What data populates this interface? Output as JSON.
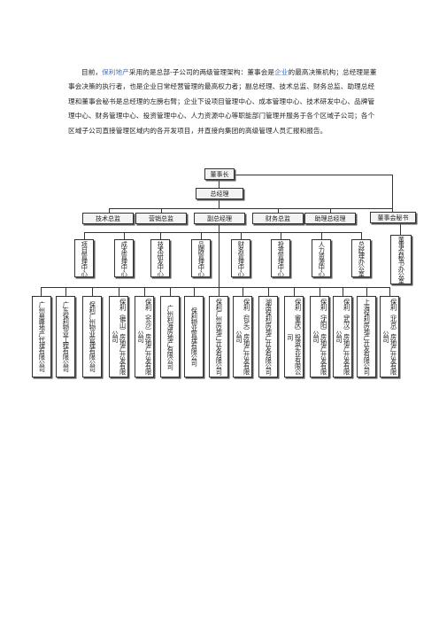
{
  "intro": {
    "before_link1": "目前，",
    "link1": "保利地产",
    "middle1": "采用的是总部-子公司的两级管理架构：董事会是",
    "link2": "企业",
    "rest": "的最高决策机构；总经理是董事会决策的执行者，也是企业日常经营管理的最高权力者；副总经理、技术总监、财务总监、助理总经理和董事会秘书是总经理的左膀右臂；企业下设项目管理中心、成本管理中心、技术研发中心、品牌管理中心、财务管理中心、投资管理中心、人力资源中心等职能部门管理并服务于各个区域子公司；各个区域子公司直接管理区域内的各开发项目，并直接向集团的高级管理人员汇报和报告。",
    "link_color": "#4a6fb8"
  },
  "org": {
    "board": "董事长",
    "gm": "总经理",
    "executives": [
      "技术总监",
      "营销总监",
      "副总经理",
      "财务总监",
      "助理总经理",
      "董事会秘书"
    ],
    "centers": [
      "项目管理中心",
      "成本管理中心",
      "技术研发中心",
      "品牌管理中心",
      "财务管理中心",
      "投资管理中心",
      "人力资源中心",
      "总经理办公室",
      "董事会秘书办公室"
    ],
    "subsidiaries": [
      "广州悬峰地产代理有限公司",
      "广东保利物业工程有限公司",
      "保利广州物业管理有限公司",
      "保利（佛山）房地产开发有限公司",
      "保利（长沙）房地产开发有限公司",
      "广州利海房地产有限公司",
      "保利物业管理有限公司",
      "保利广州房地产开发有限公司",
      "保利（包头）房地产开发有限公司",
      "湖南保利房地产开发有限公司",
      "保利（重庆）投资实业有限公司",
      "保利（沈阳）房地产开发有限公司",
      "保利（武汉）房地产开发有限公司",
      "上海保利房地产开发有限公司",
      "保利（北京）房地产开发有限公司"
    ]
  }
}
